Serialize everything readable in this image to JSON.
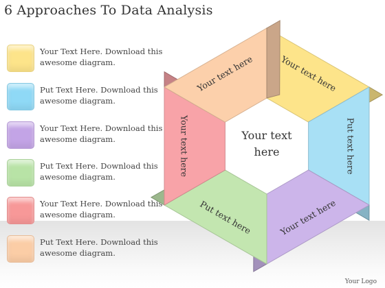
{
  "title": "6 Approaches To Data Analysis",
  "legend": [
    {
      "text": "Your Text Here. Download this awesome diagram.",
      "color": "#fde48a"
    },
    {
      "text": "Put Text Here. Download this awesome diagram.",
      "color": "#8fd9f6"
    },
    {
      "text": "Your Text Here. Download this awesome diagram.",
      "color": "#c3a4e6"
    },
    {
      "text": "Put Text Here. Download this awesome diagram.",
      "color": "#b8e3a6"
    },
    {
      "text": "Your Text Here. Download this awesome diagram.",
      "color": "#f79898"
    },
    {
      "text": "Put Text Here. Download this awesome diagram.",
      "color": "#fbcda6"
    }
  ],
  "hexagon": {
    "center_label": "Your text here",
    "segments": [
      {
        "label": "Your text here",
        "color": "#fde48a"
      },
      {
        "label": "Put text here",
        "color": "#a8e0f5"
      },
      {
        "label": "Your text here",
        "color": "#ccb5ea"
      },
      {
        "label": "Put text here",
        "color": "#c3e6b0"
      },
      {
        "label": "Your text here",
        "color": "#f8a3a8"
      },
      {
        "label": "Your text here",
        "color": "#fcd0ab"
      }
    ]
  },
  "logo": "Your Logo"
}
